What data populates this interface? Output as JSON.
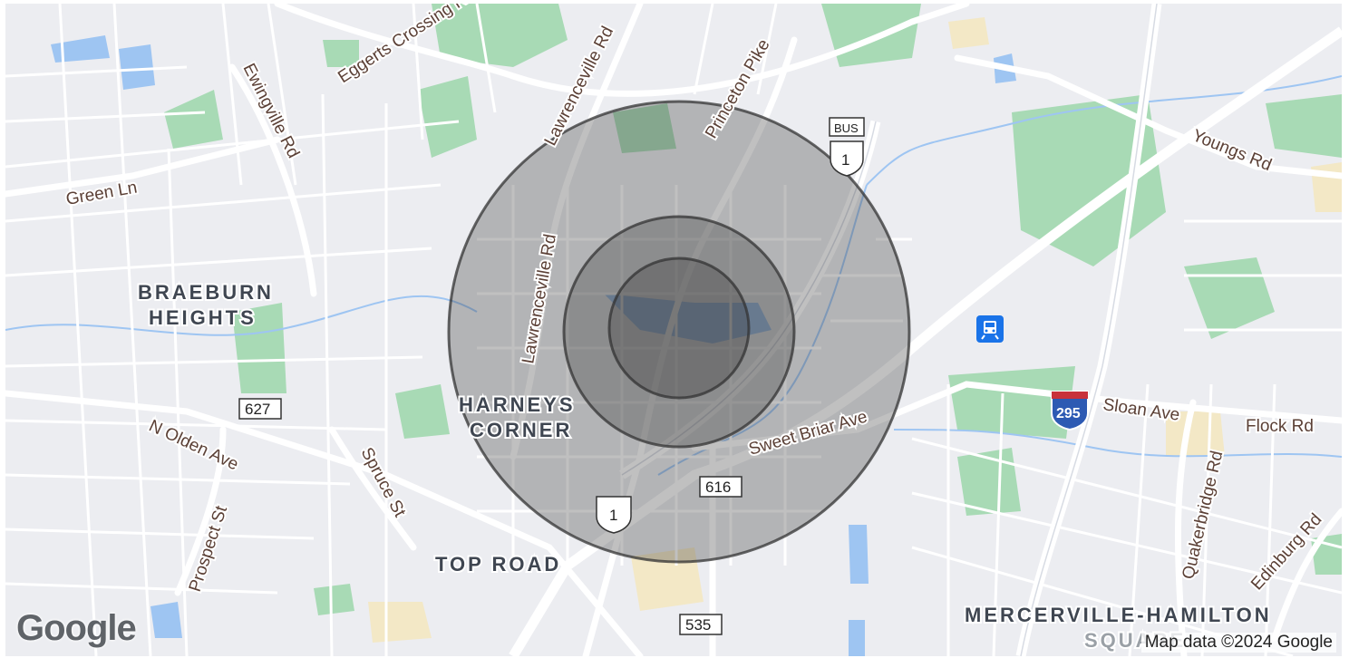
{
  "map": {
    "logo": "Google",
    "attribution": "Map data ©2024 Google",
    "colors": {
      "land": "#ecedf1",
      "park": "#a8dab5",
      "road": "#ffffff",
      "highway": "#ffffff",
      "water": "#9ec5f2",
      "commercial": "#f3e8c6",
      "circle_fill": "#3c3c3c",
      "circle_stroke": "#333333"
    },
    "road_labels": {
      "eggerts": "Eggerts Crossing Rd",
      "lawrenceville_top": "Lawrenceville Rd",
      "princeton": "Princeton Pike",
      "ewingville": "Ewingville Rd",
      "green": "Green Ln",
      "lawrenceville_mid": "Lawrenceville Rd",
      "youngs": "Youngs Rd",
      "n_olden": "N Olden Ave",
      "spruce": "Spruce St",
      "prospect": "Prospect St",
      "sweet_briar": "Sweet Briar Ave",
      "sloan": "Sloan Ave",
      "flock": "Flock Rd",
      "quakerbridge": "Quakerbridge Rd",
      "edinburg": "Edinburg Rd"
    },
    "area_labels": {
      "braeburn_1": "BRAEBURN",
      "braeburn_2": "HEIGHTS",
      "harneys_1": "HARNEYS",
      "harneys_2": "CORNER",
      "top_road": "TOP ROAD",
      "mercerville": "MERCERVILLE-HAMILTON",
      "square": "SQUARE"
    },
    "shields": {
      "bus_label": "BUS",
      "us1_bus": "1",
      "us1": "1",
      "i295": "295",
      "cr627": "627",
      "cr616": "616",
      "cr535": "535"
    },
    "icons": [
      "train-station-icon",
      "us-route-shield-icon",
      "interstate-shield-icon",
      "county-route-shield-icon"
    ],
    "radius_circles": 3
  }
}
